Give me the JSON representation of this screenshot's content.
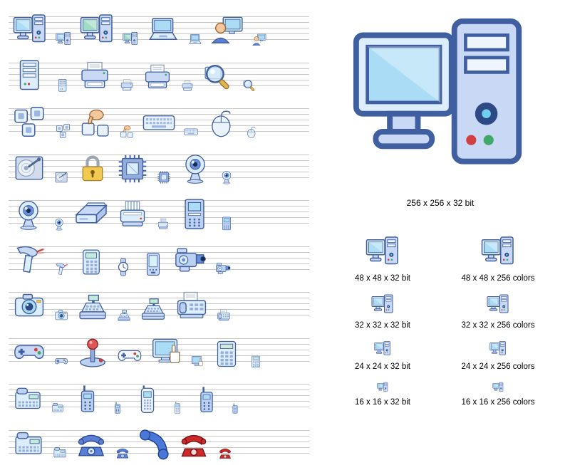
{
  "page": {
    "background": "#ffffff"
  },
  "left": {
    "rows": [
      {
        "name": "computers",
        "icons": [
          {
            "icon": "desktop-computer",
            "size": 48
          },
          {
            "icon": "desktop-computer",
            "size": 22
          },
          {
            "icon": "desktop-computer",
            "size": 48,
            "vars": {
              "--screen": "#9fdcc4"
            }
          },
          {
            "icon": "desktop-computer",
            "size": 22,
            "vars": {
              "--screen": "#9fdcc4"
            }
          },
          {
            "icon": "laptop",
            "size": 46
          },
          {
            "icon": "laptop",
            "size": 20
          },
          {
            "icon": "workstation-user",
            "size": 46
          },
          {
            "icon": "workstation-user",
            "size": 20
          }
        ]
      },
      {
        "name": "servers-printers",
        "icons": [
          {
            "icon": "server",
            "size": 48
          },
          {
            "icon": "server",
            "size": 20
          },
          {
            "icon": "printer",
            "size": 46
          },
          {
            "icon": "printer",
            "size": 20
          },
          {
            "icon": "printer",
            "size": 42
          },
          {
            "icon": "printer",
            "size": 18
          },
          {
            "icon": "search",
            "size": 44
          },
          {
            "icon": "search",
            "size": 20
          }
        ]
      },
      {
        "name": "keyboards-mice",
        "icons": [
          {
            "icon": "keyboard-keys",
            "size": 48
          },
          {
            "icon": "keyboard-keys",
            "size": 22
          },
          {
            "icon": "hand-typing",
            "size": 44
          },
          {
            "icon": "hand-typing",
            "size": 20
          },
          {
            "icon": "keyboard",
            "size": 46
          },
          {
            "icon": "keyboard",
            "size": 20
          },
          {
            "icon": "mouse",
            "size": 42
          },
          {
            "icon": "mouse",
            "size": 18
          }
        ]
      },
      {
        "name": "storage-security",
        "icons": [
          {
            "icon": "hard-disk",
            "size": 46
          },
          {
            "icon": "hard-disk",
            "size": 20
          },
          {
            "icon": "lock",
            "size": 44
          },
          {
            "icon": "memory-chip",
            "size": 44
          },
          {
            "icon": "memory-chip",
            "size": 20
          },
          {
            "icon": "webcam",
            "size": 44
          },
          {
            "icon": "webcam",
            "size": 20
          }
        ]
      },
      {
        "name": "peripherals",
        "icons": [
          {
            "icon": "webcam",
            "size": 44
          },
          {
            "icon": "webcam",
            "size": 18
          },
          {
            "icon": "scanner",
            "size": 48
          },
          {
            "icon": "dot-matrix-printer",
            "size": 44
          },
          {
            "icon": "dot-matrix-printer",
            "size": 18
          },
          {
            "icon": "atm",
            "size": 46
          },
          {
            "icon": "atm",
            "size": 20
          }
        ]
      },
      {
        "name": "handheld-devices",
        "icons": [
          {
            "icon": "barcode-scanner",
            "size": 46
          },
          {
            "icon": "barcode-scanner",
            "size": 20
          },
          {
            "icon": "pos-terminal",
            "size": 40
          },
          {
            "icon": "watch",
            "size": 26
          },
          {
            "icon": "pda",
            "size": 34
          },
          {
            "icon": "camcorder",
            "size": 46
          },
          {
            "icon": "camcorder",
            "size": 22
          }
        ]
      },
      {
        "name": "cameras-registers",
        "icons": [
          {
            "icon": "photo-camera",
            "size": 46
          },
          {
            "icon": "photo-camera",
            "size": 20
          },
          {
            "icon": "cash-register",
            "size": 44
          },
          {
            "icon": "cash-register",
            "size": 20
          },
          {
            "icon": "cash-register",
            "size": 38
          },
          {
            "icon": "fax",
            "size": 46
          },
          {
            "icon": "fax",
            "size": 20
          }
        ]
      },
      {
        "name": "game-devices",
        "icons": [
          {
            "icon": "gamepad",
            "size": 46
          },
          {
            "icon": "gamepad",
            "size": 20
          },
          {
            "icon": "joystick",
            "size": 44
          },
          {
            "icon": "gamepad",
            "size": 36,
            "vars": {
              "--body": "#f2f5fa"
            }
          },
          {
            "icon": "touch-screen",
            "size": 44
          },
          {
            "icon": "touch-screen",
            "size": 18
          },
          {
            "icon": "calculator",
            "size": 40
          },
          {
            "icon": "calculator",
            "size": 18
          }
        ]
      },
      {
        "name": "radios-mobiles",
        "icons": [
          {
            "icon": "office-phone",
            "size": 42
          },
          {
            "icon": "office-phone",
            "size": 18
          },
          {
            "icon": "walkie-talkie",
            "size": 42
          },
          {
            "icon": "walkie-talkie",
            "size": 18
          },
          {
            "icon": "cell-phone",
            "size": 42
          },
          {
            "icon": "cell-phone",
            "size": 18
          },
          {
            "icon": "walkie-talkie",
            "size": 40
          },
          {
            "icon": "walkie-talkie",
            "size": 16
          }
        ]
      },
      {
        "name": "telephones",
        "icons": [
          {
            "icon": "office-phone",
            "size": 44
          },
          {
            "icon": "office-phone",
            "size": 20
          },
          {
            "icon": "rotary-phone",
            "size": 44
          },
          {
            "icon": "rotary-phone",
            "size": 20
          },
          {
            "icon": "handset",
            "size": 44
          },
          {
            "icon": "red-phone",
            "size": 44
          },
          {
            "icon": "red-phone",
            "size": 20
          }
        ]
      }
    ]
  },
  "right": {
    "preview": {
      "icon": "desktop-computer",
      "size": 252,
      "caption": "256 x 256 x 32 bit"
    },
    "samples": [
      {
        "icon": "desktop-computer",
        "size": 48,
        "caption": "48 x 48 x 32 bit"
      },
      {
        "icon": "desktop-computer",
        "size": 48,
        "caption": "48 x 48 x 256 colors"
      },
      {
        "icon": "desktop-computer",
        "size": 32,
        "caption": "32 x 32 x 32 bit"
      },
      {
        "icon": "desktop-computer",
        "size": 32,
        "caption": "32 x 32 x 256 colors"
      },
      {
        "icon": "desktop-computer",
        "size": 24,
        "caption": "24 x 24 x 32 bit"
      },
      {
        "icon": "desktop-computer",
        "size": 24,
        "caption": "24 x 24 x 256 colors"
      },
      {
        "icon": "desktop-computer",
        "size": 16,
        "caption": "16 x 16 x 32 bit"
      },
      {
        "icon": "desktop-computer",
        "size": 16,
        "caption": "16 x 16 x 256 colors"
      }
    ]
  }
}
